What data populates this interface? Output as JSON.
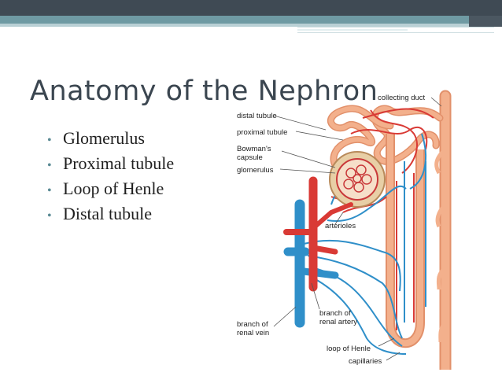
{
  "slide": {
    "title": "Anatomy of the Nephron",
    "bullets": [
      "Glomerulus",
      "Proximal tubule",
      "Loop of Henle",
      "Distal tubule"
    ]
  },
  "diagram": {
    "labels": {
      "collecting_duct": "collecting duct",
      "distal_tubule": "distal tubule",
      "proximal_tubule": "proximal tubule",
      "bowmans_line1": "Bowman's",
      "bowmans_line2": "capsule",
      "glomerulus": "glomerulus",
      "arterioles": "arterioles",
      "branch_artery_line1": "branch of",
      "branch_artery_line2": "renal artery",
      "branch_vein_line1": "branch of",
      "branch_vein_line2": "renal vein",
      "loop_of_henle": "loop of Henle",
      "capillaries": "capillaries"
    },
    "colors": {
      "tubule": "#f3b08c",
      "tubule_edge": "#e2906a",
      "artery": "#d93a35",
      "vein": "#2f8fc9",
      "capsule": "#e8cfa6"
    }
  }
}
